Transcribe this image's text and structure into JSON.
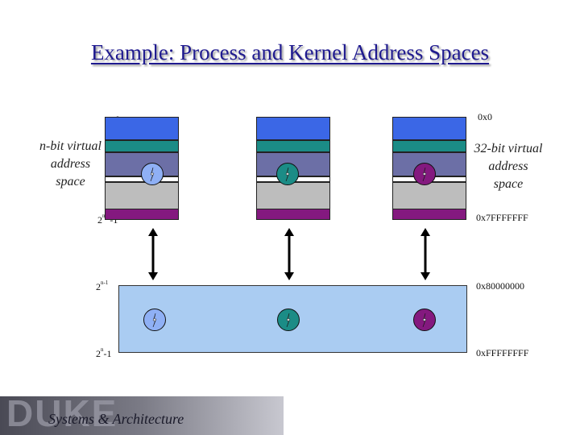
{
  "title": "Example: Process and Kernel Address Spaces",
  "labels": {
    "zero": "0",
    "hex_zero": "0x0",
    "n_bit": [
      "n-bit virtual",
      "address",
      "space"
    ],
    "bit32": [
      "32-bit virtual",
      "address",
      "space"
    ],
    "user_top_base": "2",
    "user_top_exp": "n-1",
    "user_top_suffix": "-1",
    "hex_user_top": "0x7FFFFFFF",
    "kernel_base_base": "2",
    "kernel_base_exp": "n-1",
    "hex_kernel_base": "0x80000000",
    "kernel_top_base": "2",
    "kernel_top_exp": "n",
    "kernel_top_suffix": "-1",
    "hex_kernel_top": "0xFFFFFFFF"
  },
  "colors": {
    "title": "#1f1a8f",
    "seg_blue": "#3b67e6",
    "seg_teal": "#1b8c86",
    "seg_slate": "#6c6fa6",
    "seg_gray": "#bdbdbd",
    "seg_purple": "#84197f",
    "kernel_fill": "#aaccf2",
    "thread_blue": "#8fb0f5",
    "thread_teal": "#1b8c86",
    "thread_purple": "#84197f"
  },
  "icons": [
    "thread-icon-blue",
    "thread-icon-teal",
    "thread-icon-purple",
    "double-arrow-icon"
  ],
  "footer": {
    "logo": "DUKE",
    "subtitle": "Systems & Architecture"
  }
}
